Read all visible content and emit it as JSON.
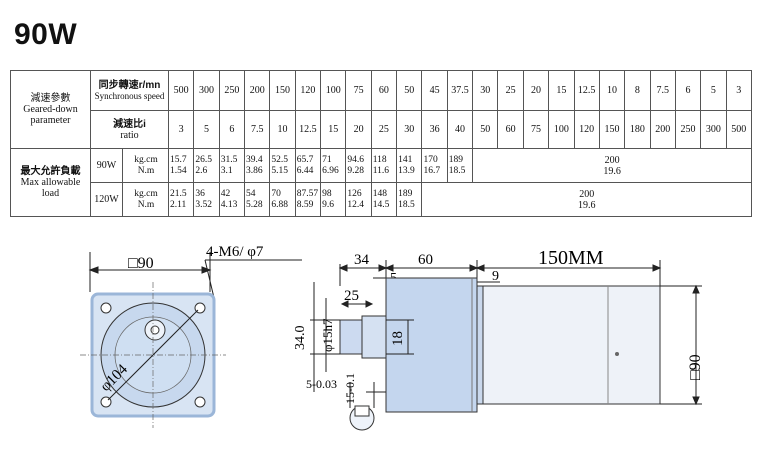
{
  "title": "90W",
  "table": {
    "param_label_cn": "減速參數",
    "param_label_en": "Geared-down parameter",
    "speed_label_cn": "同步轉速r/mn",
    "speed_label_en": "Synchronous speed",
    "ratio_label_cn": "減速比i",
    "ratio_label_en": "ratio",
    "speeds": [
      "500",
      "300",
      "250",
      "200",
      "150",
      "120",
      "100",
      "75",
      "60",
      "50",
      "45",
      "37.5",
      "30",
      "25",
      "20",
      "15",
      "12.5",
      "10",
      "8",
      "7.5",
      "6",
      "5",
      "3"
    ],
    "ratios": [
      "3",
      "5",
      "6",
      "7.5",
      "10",
      "12.5",
      "15",
      "20",
      "25",
      "30",
      "36",
      "40",
      "50",
      "60",
      "75",
      "100",
      "120",
      "150",
      "180",
      "200",
      "250",
      "300",
      "500"
    ],
    "torque_label_cn": "最大允許負載",
    "torque_label_en": "Max allowable load",
    "unit_kgcm": "kg.cm",
    "unit_nm": "N.m",
    "rows": [
      {
        "power": "90W",
        "kgcm": [
          "15.7",
          "26.5",
          "31.5",
          "39.4",
          "52.5",
          "65.7",
          "71",
          "94.6",
          "118",
          "141",
          "170",
          "189"
        ],
        "nm": [
          "1.54",
          "2.6",
          "3.1",
          "3.86",
          "5.15",
          "6.44",
          "6.96",
          "9.28",
          "11.6",
          "13.9",
          "16.7",
          "18.5"
        ],
        "rest_kgcm": "200",
        "rest_nm": "19.6"
      },
      {
        "power": "120W",
        "kgcm": [
          "21.5",
          "36",
          "42",
          "54",
          "70",
          "87.57",
          "98",
          "126",
          "148",
          "189"
        ],
        "nm": [
          "2.11",
          "3.52",
          "4.13",
          "5.28",
          "6.88",
          "8.59",
          "9.6",
          "12.4",
          "14.5",
          "18.5"
        ],
        "rest_kgcm": "200",
        "rest_nm": "19.6"
      }
    ]
  },
  "drawing": {
    "front_square": "□90",
    "holes": "4-M6/ φ7",
    "circle_dia": "φ104",
    "dim_34": "34",
    "dim_60": "60",
    "total_length": "150MM",
    "dim_5": "5",
    "dim_9": "9",
    "dim_25": "25",
    "shaft_h": "34.0",
    "shaft_d": "φ15h7",
    "dim_18": "18",
    "right_square": "□90",
    "key_w": "5-0.03",
    "key_h": "15-0.1"
  }
}
